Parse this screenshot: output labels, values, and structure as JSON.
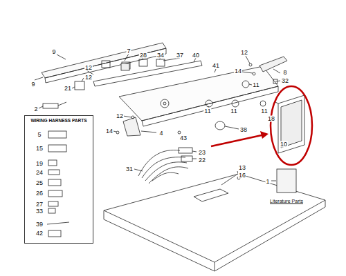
{
  "diagram": {
    "nodes": [
      {
        "text": [
          "WIRING HARNESS PARTS"
        ]
      }
    ],
    "labels": [
      "9",
      "7",
      "28",
      "34",
      "37",
      "40",
      "12",
      "12",
      "12",
      "8",
      "14",
      "32",
      "9",
      "21",
      "41",
      "2",
      "11",
      "11",
      "11",
      "11",
      "18",
      "12",
      "14",
      "4",
      "43",
      "38",
      "10",
      "23",
      "22",
      "31",
      "13",
      "16",
      "1",
      "Literature Parts",
      "5",
      "15",
      "19",
      "24",
      "25",
      "26",
      "27",
      "33",
      "39",
      "42"
    ]
  }
}
